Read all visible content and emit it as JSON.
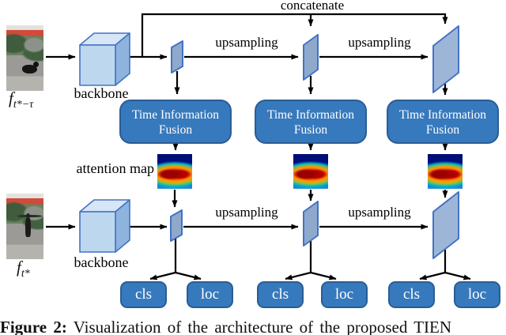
{
  "diagram": {
    "concatenate_label": "concatenate",
    "upsampling_label": "upsampling",
    "backbone_label": "backbone",
    "attention_map_label": "attention map",
    "input_prev": {
      "symbol": "f",
      "subscript": "t*−τ"
    },
    "input_current": {
      "symbol": "f",
      "subscript": "t*"
    },
    "fusion_block": {
      "line1": "Time Information",
      "line2": "Fusion"
    },
    "heads": {
      "cls": "cls",
      "loc": "loc"
    }
  },
  "caption": {
    "prefix": "Figure 2:",
    "text": " Visualization of the architecture of the proposed TIEN"
  },
  "colors": {
    "block_fill": "#3779bd",
    "block_border": "#2a5d93",
    "cube_front": "#bdd7ee",
    "cube_top": "#d6e6f6",
    "cube_side": "#8eb4de",
    "plane_fill": "#8fa9cc",
    "plane_border": "#4472c4",
    "arrow": "#000000",
    "attention_hot": "#d40000",
    "attention_cold": "#000d75"
  }
}
